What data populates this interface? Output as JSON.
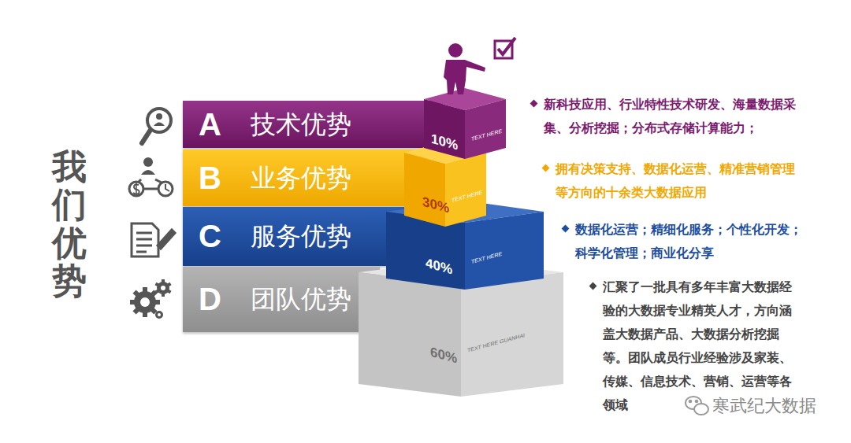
{
  "diagram": {
    "title": "我们优势",
    "nodes": [
      {
        "text": [
          "A",
          "技术优势"
        ]
      },
      {
        "text": [
          "B",
          "业务优势"
        ]
      },
      {
        "text": [
          "C",
          "服务优势"
        ]
      },
      {
        "text": [
          "D",
          "团队优势"
        ]
      },
      {
        "text": [
          "10%",
          "TEXT HERE"
        ]
      },
      {
        "text": [
          "30%",
          "TEXT HERE"
        ]
      },
      {
        "text": [
          "40%",
          "TEXT HERE"
        ]
      },
      {
        "text": [
          "60%",
          "TEXT HERE GUANHAI"
        ]
      }
    ],
    "labels": [
      "新科技应用、行业特性技术研发、海量数据采集、分析挖掘；分布式存储计算能力；",
      "拥有决策支持、数据化运营、精准营销管理等方向的十余类大数据应用",
      "数据化运营；精细化服务；个性化开发；科学化管理；商业化分享",
      "汇聚了一批具有多年丰富大数据经验的大数据专业精英人才，方向涵盖大数据产品、大数据分析挖掘等。团队成员行业经验涉及家装、传媒、信息技术、营销、运营等各领域",
      "寒武纪大数据"
    ]
  }
}
